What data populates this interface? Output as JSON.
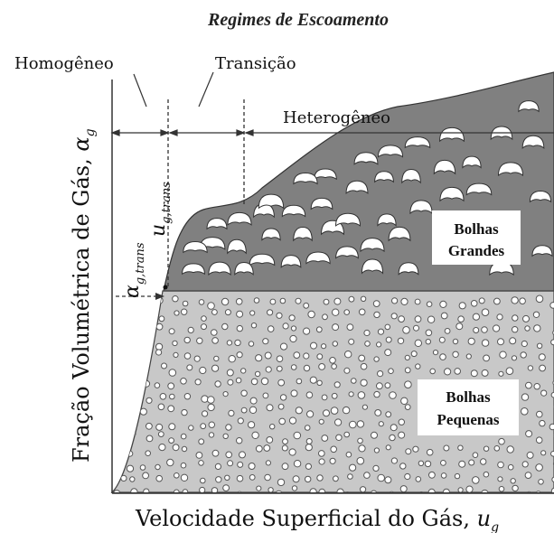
{
  "title": "Regimes de Escoamento",
  "regimes": {
    "homogeneous": "Homogêneo",
    "transition": "Transição",
    "heterogeneous": "Heterogêneo"
  },
  "axes": {
    "y_label": "Fração Volumétrica de Gás,",
    "y_symbol": "α",
    "y_symbol_sub": "g",
    "x_label": "Velocidade Superficial do Gás,",
    "x_symbol": "u",
    "x_symbol_sub": "g"
  },
  "markers": {
    "alpha_trans_symbol": "α",
    "alpha_trans_sub": "g,trans",
    "u_trans_symbol": "u",
    "u_trans_sub": "g,trans"
  },
  "regions": {
    "large_bubbles_line1": "Bolhas",
    "large_bubbles_line2": "Grandes",
    "small_bubbles_line1": "Bolhas",
    "small_bubbles_line2": "Pequenas"
  },
  "colors": {
    "large_bubble_region": "#808080",
    "small_bubble_region": "#c8c8c8",
    "bubble_fill": "#ffffff",
    "line": "#333333"
  }
}
